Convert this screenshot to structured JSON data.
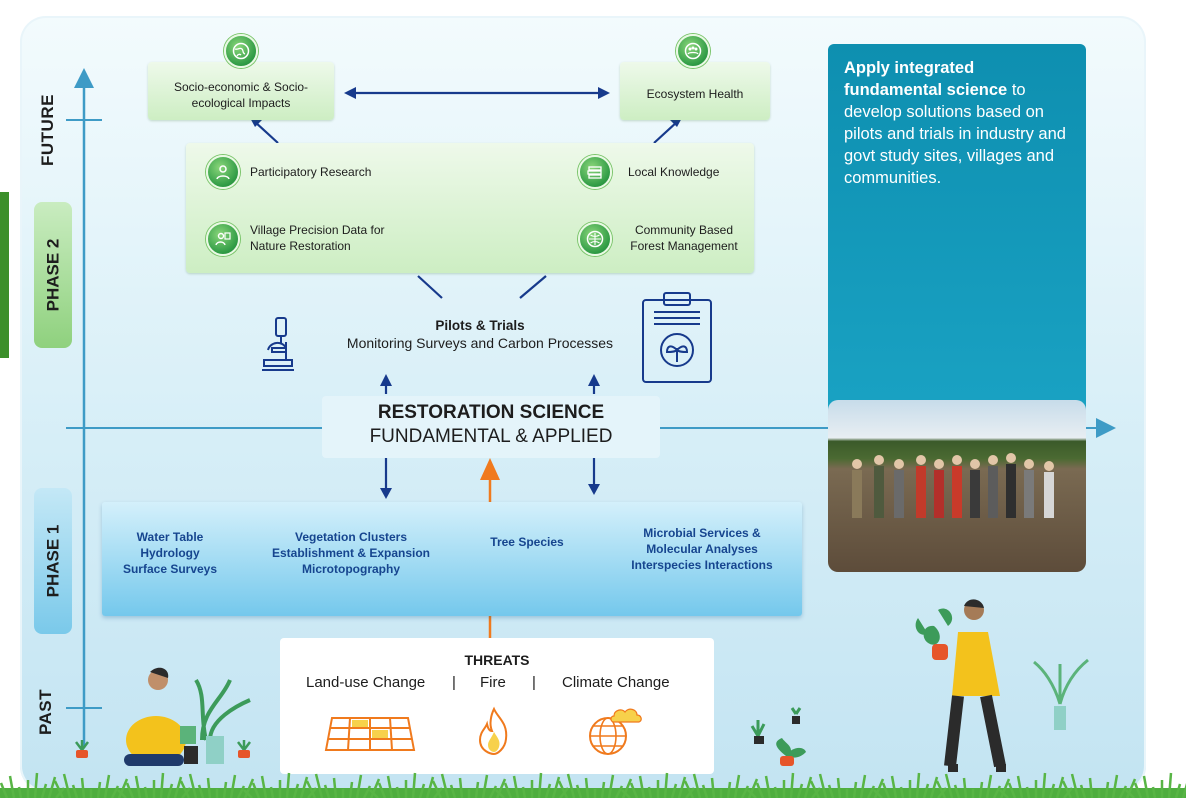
{
  "timeline": {
    "future": "FUTURE",
    "phase2": "PHASE 2",
    "phase1": "PHASE 1",
    "past": "PAST"
  },
  "top_nodes": {
    "socio": "Socio-economic & Socio-ecological Impacts",
    "ecosystem": "Ecosystem Health"
  },
  "phase2_nodes": {
    "participatory": "Participatory Research",
    "local_knowledge": "Local Knowledge",
    "village_precision": "Village Precision Data for Nature Restoration",
    "community_forest": "Community Based Forest Management"
  },
  "pilots": {
    "title": "Pilots & Trials",
    "subtitle": "Monitoring Surveys and Carbon Processes"
  },
  "restoration": {
    "line1": "RESTORATION SCIENCE",
    "line2": "FUNDAMENTAL & APPLIED"
  },
  "phase1_nodes": {
    "water": "Water Table Hydrology Surface Surveys",
    "vegetation": "Vegetation Clusters Establishment & Expansion Microtopography",
    "tree": "Tree Species",
    "microbial": "Microbial Services & Molecular Analyses Interspecies Interactions"
  },
  "threats": {
    "title": "THREATS",
    "land_use": "Land-use Change",
    "sep": "|",
    "fire": "Fire",
    "climate": "Climate Change"
  },
  "info": {
    "bold": "Apply integrated fundamental science",
    "rest": " to develop solutions based on pilots and trials in industry and govt study sites, villages and communities."
  },
  "colors": {
    "arrow_blue": "#173a8c",
    "timeline_blue": "#3e9bc6",
    "orange": "#f07a1d",
    "green_icon": "#2f9b45",
    "info_teal": "#1399bb"
  }
}
